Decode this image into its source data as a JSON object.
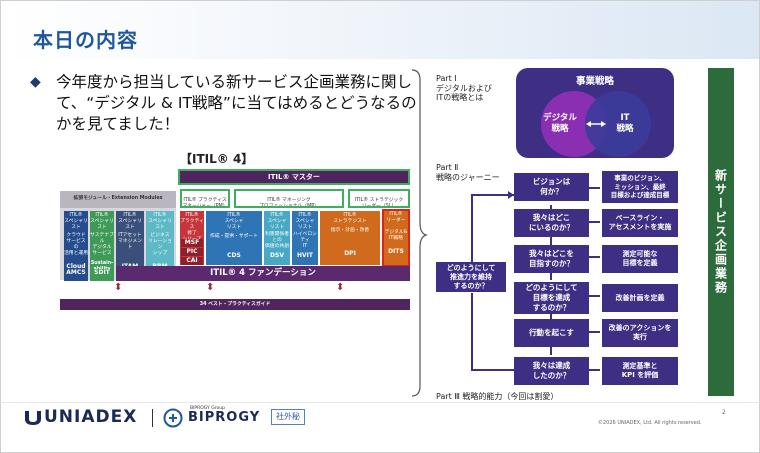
{
  "slide": {
    "title": "本日の内容",
    "bullet_mark": "◆",
    "bullet_text": "今年度から担当している新サービス企画業務に関して、“デジタル & IT戦略”に当てはめるとどうなるのかを見てました！",
    "page_number": "2",
    "copyright": "©2026 UNIADEX, Ltd. All rights reserved."
  },
  "itil": {
    "title": "【ITIL® 4】",
    "master": "ITIL® マスター",
    "extension_header": "拡張モジュール・Extension Modules",
    "mp_header": "ITIL® マネージング\nプロフェッショナル（MP）",
    "pm_header": "ITIL® プラクティス\nマネージャー（PM）",
    "sl_header": "ITIL® ストラテジック\nリーダー（SL）",
    "ext_columns": [
      {
        "top": "ITIL®\nスペシャリスト",
        "desc": "クラウド\nサービス\nの\n活用と運用",
        "label": "Cloud"
      },
      {
        "top": "ITIL®\nスペシャリスト",
        "desc": "サステナブル\nデジタル\nサービス",
        "label": "Sustain-\nability"
      },
      {
        "top": "ITIL®\nスペシャリスト",
        "desc": "ITアセット\nマネジメント",
        "label": "ITAM"
      },
      {
        "top": "ITIL®\nスペシャリスト",
        "desc": "ビジネス\nリレーション\nシップ",
        "label": "BRM"
      }
    ],
    "ext_bottom": [
      "AMCS",
      "SDIT"
    ],
    "pm_column": {
      "top": "ITIL®\nプラクティス\n修了\nシリーズ",
      "labels": [
        "MSF",
        "PIC",
        "CAI"
      ]
    },
    "mp_columns": [
      {
        "top": "ITIL®\nスペシャ\nリスト",
        "desc": "作成・提供・サポート",
        "label": "CDS"
      },
      {
        "top": "ITIL®\nスペシャ\nリスト",
        "desc": "利害関係者\nとの\n価値の共創",
        "label": "DSV"
      },
      {
        "top": "ITIL®\nスペシャ\nリスト",
        "desc": "ハイベロシ\nティ\nIT",
        "label": "HVIT"
      }
    ],
    "sl_columns": [
      {
        "top": "ITIL®\nストラテジスト",
        "desc": "指示・計画・改善",
        "label": "DPI"
      },
      {
        "top": "ITIL®\nリーダー",
        "desc": "デジタル&\nIT戦略",
        "label": "DITS"
      }
    ],
    "foundation": "ITIL® 4 ファンデーション",
    "practice_guide": "34 ベスト・プラクティスガイド"
  },
  "diagram": {
    "part1": "Part Ⅰ\nデジタルおよび\nITの戦略とは",
    "part2": "Part Ⅱ\n戦略のジャーニー",
    "part3": "Part Ⅲ 戦略的能力（今回は割愛）",
    "business_strategy": "事業戦略",
    "digital_strategy": "デジタル\n戦略",
    "it_strategy": "IT\n戦略",
    "sustain_question": "どのようにして\n推進力を維持\nするのか？",
    "journey_left": [
      "ビジョンは\n何か？",
      "我々はどこ\nにいるのか？",
      "我々はどこを\n目指すのか？",
      "どのようにして\n目標を達成\nするのか？",
      "行動を起こす",
      "我々は達成\nしたのか？"
    ],
    "journey_right": [
      "事業のビジョン、\nミッション、最終\n目標および達成目標",
      "ベースライン・\nアセスメントを実施",
      "測定可能な\n目標を定義",
      "改善計画を定義",
      "改善のアクションを\n実行",
      "測定基準と\nKPI を評価"
    ],
    "vertical_banner": "新サービス企画業務"
  },
  "footer": {
    "logo_uniadex": "UNIADEX",
    "biprogy_group": "BIPROGY Group",
    "logo_biprogy": "BIPROGY",
    "confidential_badge": "社外秘"
  },
  "colors": {
    "title_blue": "#1e56a0",
    "deep_purple": "#3e2f84",
    "banner_green": "#2e6b3c",
    "foundation_purple": "#5b2a6e",
    "master_purple": "#50245e",
    "ext_grey": "#b9b6bf",
    "ext_blue": "#254d8e",
    "ext_green": "#3f9a57",
    "ext_darkblue": "#3a4f7a",
    "ext_cyan": "#5eb9c7",
    "pm_red": "#c7353a",
    "mp_blue": "#2f75b6",
    "mp_cyan": "#48a9c5",
    "sl_orange": "#d06a1c",
    "highlight_red": "#e02020",
    "venn_magenta": "#8b2fb2",
    "venn_blue": "#3c3c9a"
  }
}
